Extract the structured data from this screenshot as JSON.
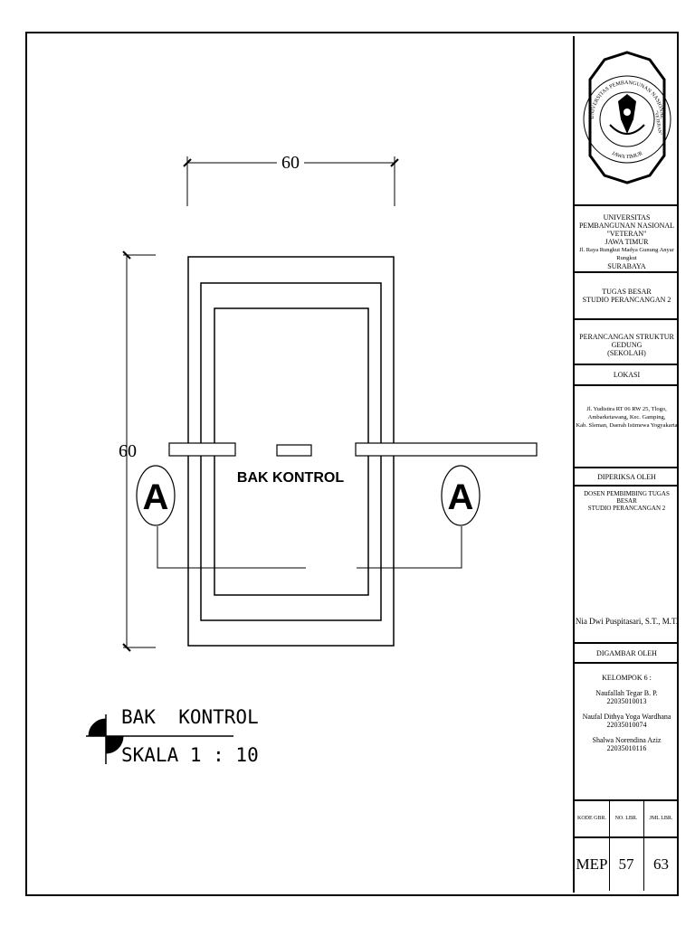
{
  "drawing": {
    "dim_top": "60",
    "dim_left": "60",
    "plan_label": "BAK KONTROL",
    "section_marker_left": "A",
    "section_marker_right": "A",
    "legend_title": "BAK  KONTROL",
    "legend_scale": "SKALA 1 : 10"
  },
  "title_block": {
    "logo_ring_top": "UNIVERSITAS PEMBANGUNAN NASIONAL",
    "logo_ring_right": "\"VETERAN\"",
    "logo_ring_bottom": "JAWA TIMUR",
    "institution": [
      "UNIVERSITAS PEMBANGUNAN NASIONAL",
      "\"VETERAN\"",
      "JAWA TIMUR",
      "Jl. Raya Rungkut Madya Gunung Anyar Rungkut",
      "SURABAYA"
    ],
    "assignment": [
      "TUGAS BESAR",
      "STUDIO PERANCANGAN 2"
    ],
    "project": [
      "PERANCANGAN STRUKTUR GEDUNG",
      "(SEKOLAH)"
    ],
    "location_header": "LOKASI",
    "location": [
      "Jl. Yudistira RT 06 RW 25, Tlogo,",
      "Ambarketawang, Kec. Gamping,",
      "Kab. Sleman, Daerah Istimewa Yogyakarta"
    ],
    "checked_header": "DIPERIKSA OLEH",
    "checked_role": [
      "DOSEN PEMBIMBING TUGAS BESAR",
      "STUDIO PERANCANGAN 2"
    ],
    "checked_name": "Nia Dwi Puspitasari, S.T., M.T.",
    "drawn_header": "DIGAMBAR OLEH",
    "group": "KELOMPOK 6 :",
    "members": [
      {
        "name": "Naufallah Tegar B. P.",
        "id": "22035010013"
      },
      {
        "name": "Naufal Dithya Yoga Wardhana",
        "id": "22035010074"
      },
      {
        "name": "Shalwa Norendina Aziz",
        "id": "22035010116"
      }
    ],
    "code_labels": [
      "KODE GBR.",
      "NO. LBR.",
      "JML LBR."
    ],
    "code_values": [
      "MEP",
      "57",
      "63"
    ]
  }
}
